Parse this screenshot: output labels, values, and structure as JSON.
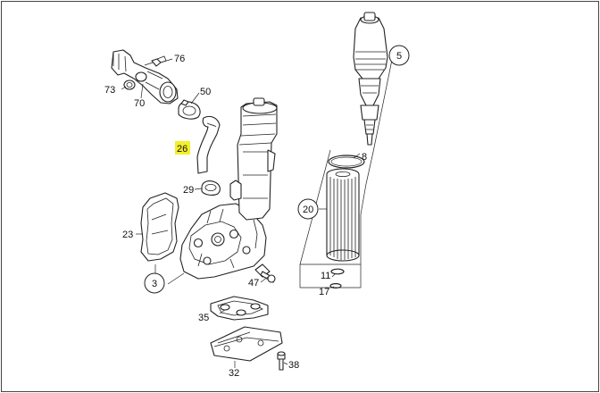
{
  "diagram": {
    "callouts": [
      {
        "id": "c76",
        "text": "76"
      },
      {
        "id": "c73",
        "text": "73"
      },
      {
        "id": "c70",
        "text": "70"
      },
      {
        "id": "c50",
        "text": "50"
      },
      {
        "id": "c26",
        "text": "26",
        "highlighted": true
      },
      {
        "id": "c29",
        "text": "29"
      },
      {
        "id": "c23",
        "text": "23"
      },
      {
        "id": "c3",
        "text": "3",
        "circled": true
      },
      {
        "id": "c47",
        "text": "47"
      },
      {
        "id": "c35",
        "text": "35"
      },
      {
        "id": "c32",
        "text": "32"
      },
      {
        "id": "c38",
        "text": "38"
      },
      {
        "id": "c5",
        "text": "5",
        "circled": true
      },
      {
        "id": "c8",
        "text": "8"
      },
      {
        "id": "c20",
        "text": "20",
        "circled": true
      },
      {
        "id": "c11",
        "text": "11"
      },
      {
        "id": "c17",
        "text": "17"
      }
    ],
    "highlight_color": "#f4ef2a"
  }
}
